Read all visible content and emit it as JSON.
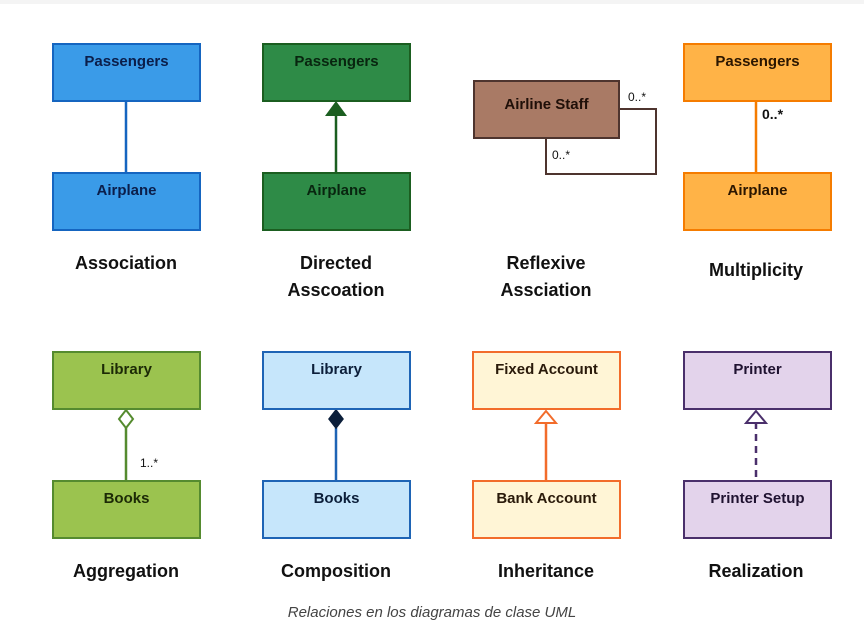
{
  "association": {
    "top": "Passengers",
    "bottom": "Airplane",
    "caption": "Association"
  },
  "directed": {
    "top": "Passengers",
    "bottom": "Airplane",
    "caption_line1": "Directed",
    "caption_line2": "Asscoation"
  },
  "reflexive": {
    "box": "Airline Staff",
    "mult_right": "0..*",
    "mult_bottom": "0..*",
    "caption_line1": "Reflexive",
    "caption_line2": "Assciation"
  },
  "multiplicity": {
    "top": "Passengers",
    "bottom": "Airplane",
    "mult": "0..*",
    "caption": "Multiplicity"
  },
  "aggregation": {
    "top": "Library",
    "bottom": "Books",
    "mult": "1..*",
    "caption": "Aggregation"
  },
  "composition": {
    "top": "Library",
    "bottom": "Books",
    "caption": "Composition"
  },
  "inheritance": {
    "top": "Fixed Account",
    "bottom": "Bank Account",
    "caption": "Inheritance"
  },
  "realization": {
    "top": "Printer",
    "bottom": "Printer Setup",
    "caption": "Realization"
  },
  "footer": "Relaciones en los diagramas de clase UML",
  "colors": {
    "association": "#3a9be8",
    "directed": "#2e8b47",
    "reflexive": "#a97a65",
    "multiplicity": "#ffb347",
    "aggregation": "#9bc34f",
    "composition": "#c6e6fb",
    "inheritance": "#fff5d6",
    "realization": "#e3d3eb"
  }
}
